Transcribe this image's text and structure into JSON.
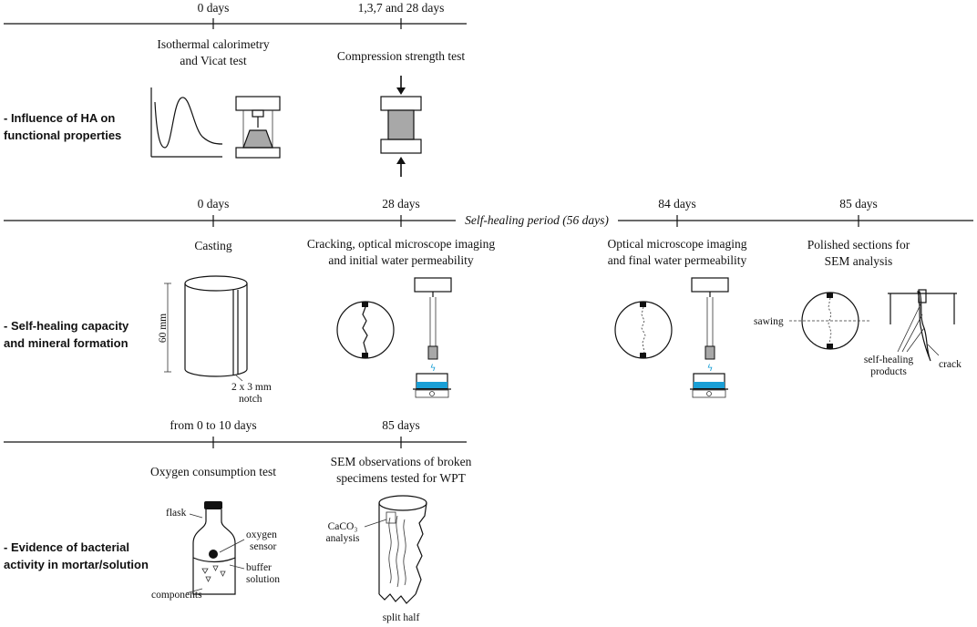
{
  "colors": {
    "ink": "#111111",
    "water": "#1a9fd6",
    "specimen_grey": "#a8a8a8"
  },
  "section1": {
    "label_line1": "- Influence of HA on",
    "label_line2": "functional properties",
    "time_0": "0 days",
    "time_1": "1,3,7 and 28 days",
    "step_calorimetry_line1": "Isothermal calorimetry",
    "step_calorimetry_line2": "and Vicat test",
    "step_compression": "Compression strength test"
  },
  "section2": {
    "label_line1": "- Self-healing capacity",
    "label_line2": "and mineral formation",
    "time_0": "0 days",
    "time_28": "28 days",
    "time_84": "84 days",
    "time_85": "85 days",
    "period": "Self-healing period (56 days)",
    "step_casting": "Casting",
    "step_cracking_line1": "Cracking, optical microscope imaging",
    "step_cracking_line2": "and initial water permeability",
    "step_final_line1": "Optical microscope imaging",
    "step_final_line2": "and final water permeability",
    "step_polished_line1": "Polished sections for",
    "step_polished_line2": "SEM analysis",
    "dim_height": "60 mm",
    "notch_line1": "2 x 3 mm",
    "notch_line2": "notch",
    "sawing": "sawing",
    "products_line1": "self-healing",
    "products_line2": "products",
    "crack": "crack"
  },
  "section3": {
    "label_line1": "- Evidence of bacterial",
    "label_line2": "activity in mortar/solution",
    "time_0": "from 0 to 10 days",
    "time_85": "85 days",
    "step_oxygen": "Oxygen consumption test",
    "step_sem_line1": "SEM observations of broken",
    "step_sem_line2": "specimens tested for WPT",
    "flask": "flask",
    "oxygen_line1": "oxygen",
    "oxygen_line2": "sensor",
    "buffer_line1": "buffer",
    "buffer_line2": "solution",
    "components": "components",
    "caco3_line1": "CaCO₃",
    "caco3_line2": "analysis",
    "split_half": "split half"
  }
}
